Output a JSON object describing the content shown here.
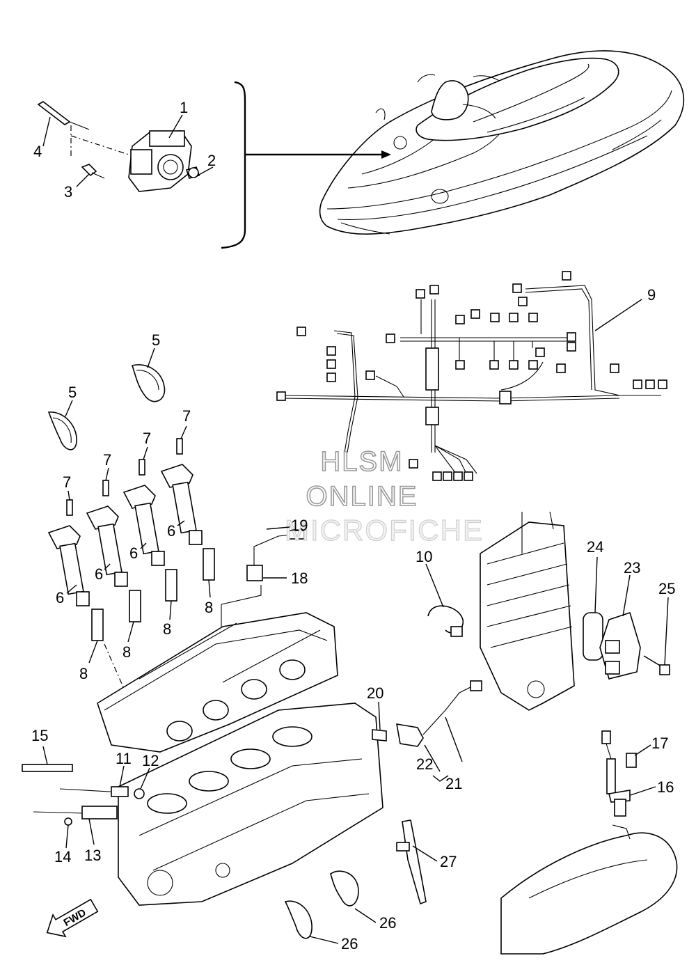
{
  "callouts": [
    "1",
    "2",
    "3",
    "4",
    "5",
    "6",
    "7",
    "8",
    "9",
    "10",
    "11",
    "12",
    "13",
    "14",
    "15",
    "16",
    "17",
    "18",
    "19",
    "20",
    "21",
    "22",
    "23",
    "24",
    "25",
    "26",
    "27"
  ],
  "watermark": {
    "line1": "HLSM",
    "line2": "ONLINE",
    "line3": "MICROFICHE"
  },
  "fwd_label": "FWD"
}
